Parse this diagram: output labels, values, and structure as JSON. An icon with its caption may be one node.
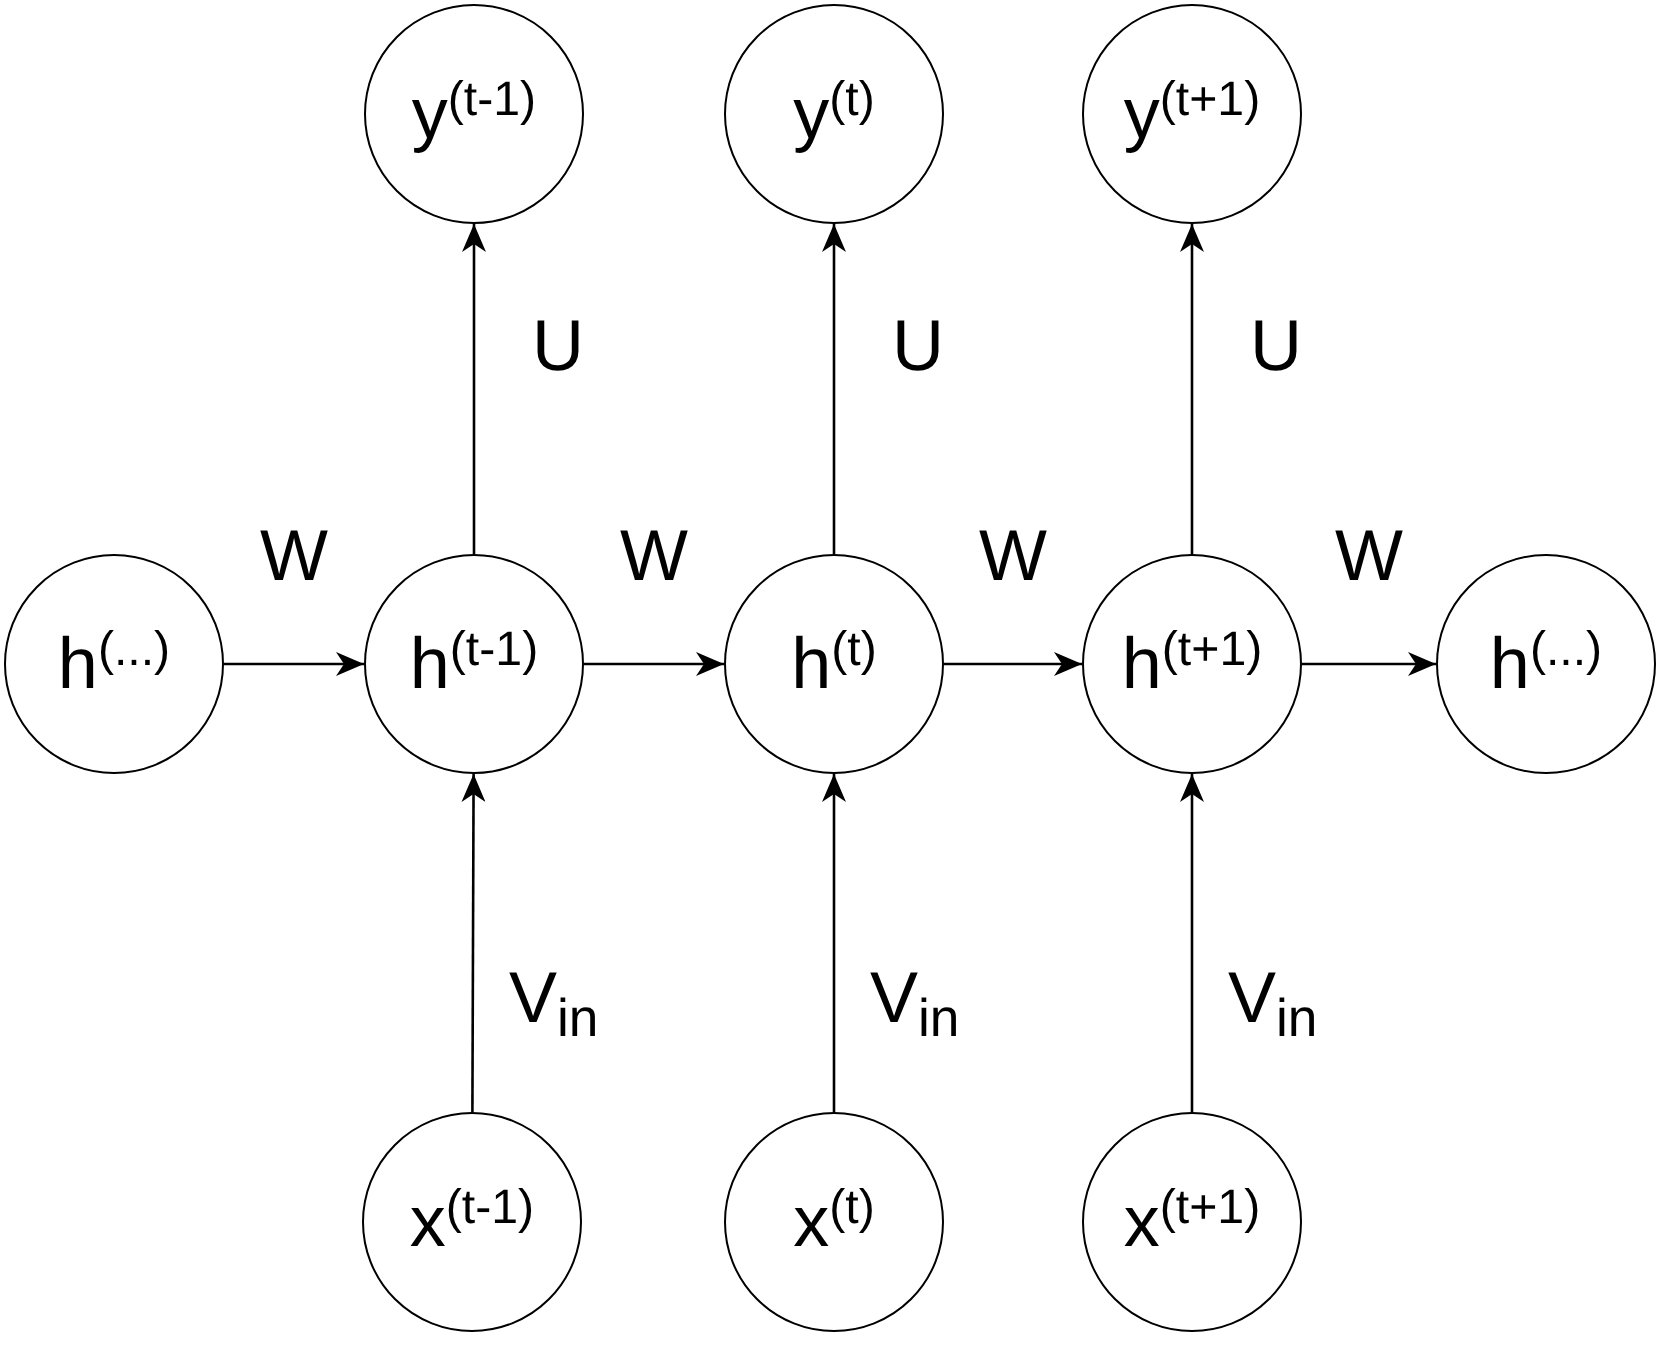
{
  "diagram": {
    "nodes": [
      {
        "text": [
          "y$^{(t-1)}$"
        ]
      },
      {
        "text": [
          "y$^{(t)}$"
        ]
      },
      {
        "text": [
          "y$^{(t+1)}$"
        ]
      },
      {
        "text": [
          "h$^{(...)}$"
        ]
      },
      {
        "text": [
          "h$^{(t-1)}$"
        ]
      },
      {
        "text": [
          "h$^{(t)}$"
        ]
      },
      {
        "text": [
          "h$^{(t+1)}$"
        ]
      },
      {
        "text": [
          "h$^{(...)}$"
        ]
      },
      {
        "text": [
          "x$^{(t-1)}$"
        ]
      },
      {
        "text": [
          "x$^{(t)}$"
        ]
      },
      {
        "text": [
          "x$^{(t+1)}$"
        ]
      }
    ],
    "edges": [
      {
        "from": 3,
        "to": 4,
        "arrow": "to",
        "label": "W"
      },
      {
        "from": 4,
        "to": 5,
        "arrow": "to",
        "label": "W"
      },
      {
        "from": 5,
        "to": 6,
        "arrow": "to",
        "label": "W"
      },
      {
        "from": 6,
        "to": 7,
        "arrow": "to",
        "label": "W"
      },
      {
        "from": 4,
        "to": 0,
        "arrow": "to",
        "label": "U"
      },
      {
        "from": 5,
        "to": 1,
        "arrow": "to",
        "label": "U"
      },
      {
        "from": 6,
        "to": 2,
        "arrow": "to",
        "label": "U"
      },
      {
        "from": 8,
        "to": 4,
        "arrow": "to",
        "label": "V$_{in}$"
      },
      {
        "from": 9,
        "to": 5,
        "arrow": "to",
        "label": "V$_{in}$"
      },
      {
        "from": 10,
        "to": 6,
        "arrow": "to",
        "label": "V$_{in}$"
      }
    ]
  }
}
